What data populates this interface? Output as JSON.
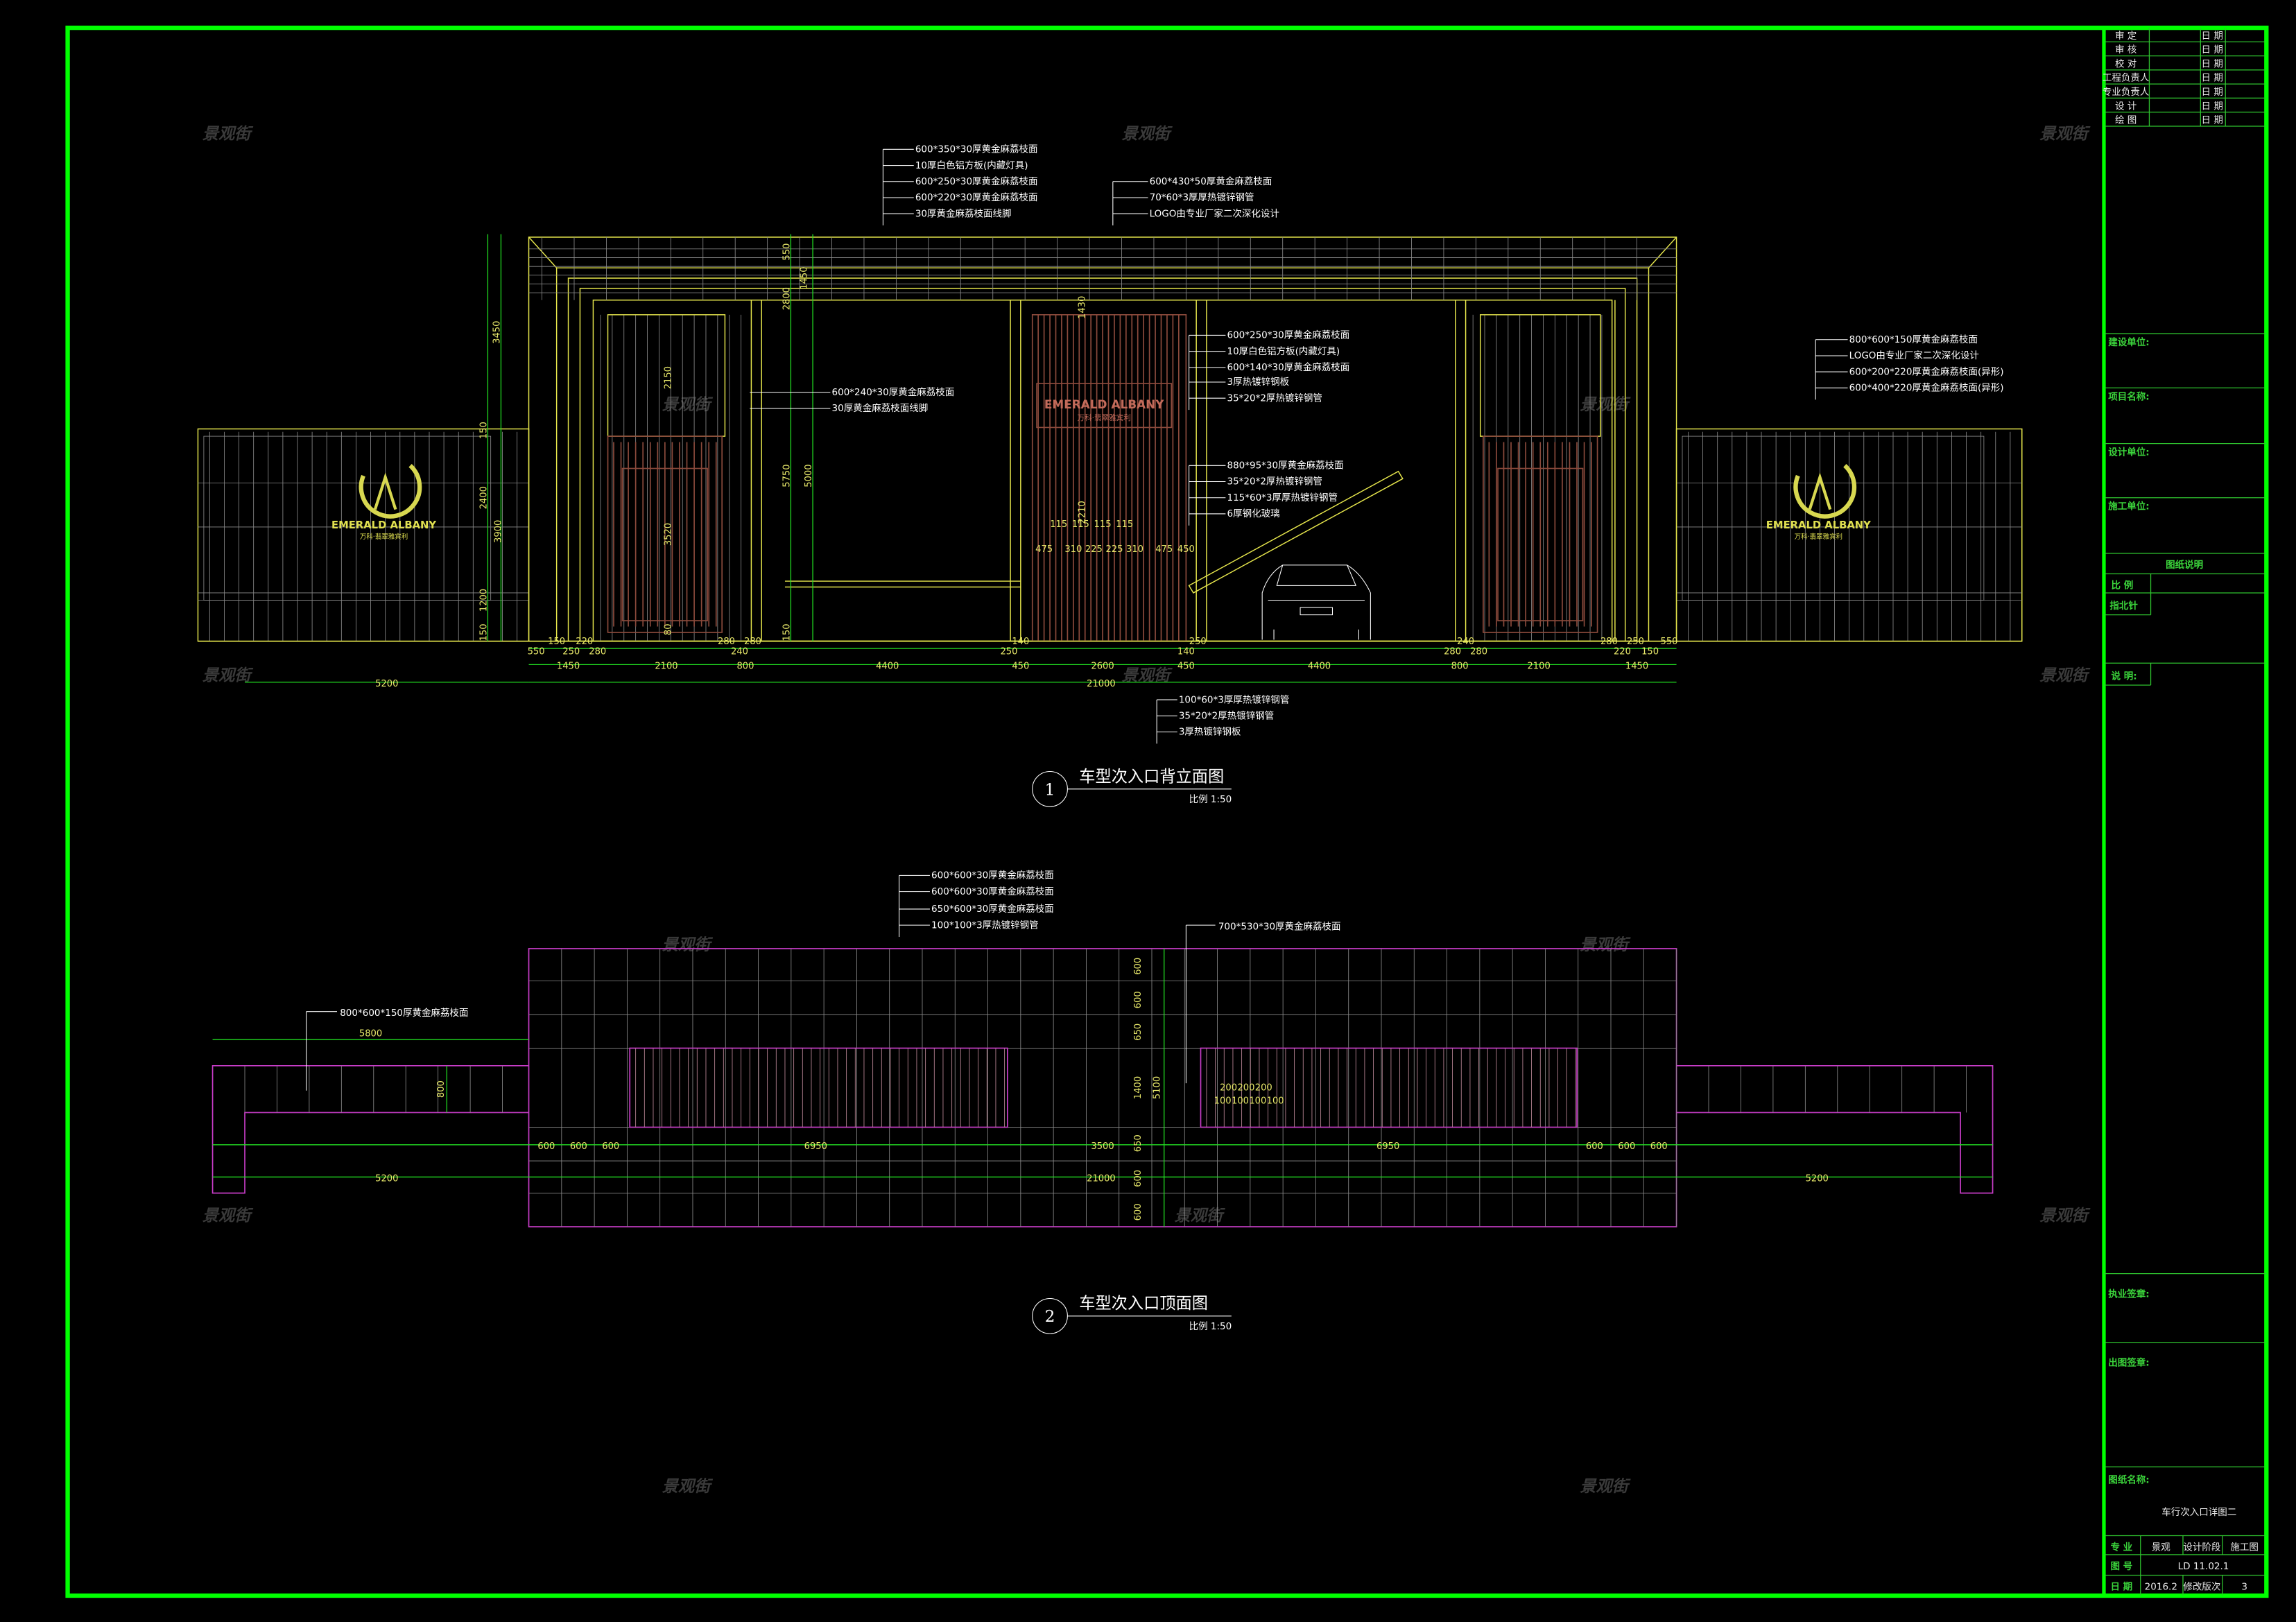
{
  "watermark": "景观街",
  "colors": {
    "border": "#00ff00",
    "outline": "#e6e64c",
    "plan": "#c63cc6",
    "dimension": "#22e022",
    "stone_decor": "#8b4a3c"
  },
  "logo": {
    "name": "EMERALD ALBANY",
    "subtitle": "万科·翡翠雅宾利"
  },
  "elevation": {
    "number": "1",
    "title": "车型次入口背立面图",
    "scale": "比例 1:50",
    "annotations_top_left": [
      "600*350*30厚黄金麻荔枝面",
      "10厚白色铝方板(内藏灯具)",
      "600*250*30厚黄金麻荔枝面",
      "600*220*30厚黄金麻荔枝面",
      "30厚黄金麻荔枝面线脚"
    ],
    "annotations_top_center": [
      "600*430*50厚黄金麻荔枝面",
      "70*60*3厚厚热镀锌钢管",
      "LOGO由专业厂家二次深化设计"
    ],
    "annotations_center": [
      "600*250*30厚黄金麻荔枝面",
      "10厚白色铝方板(内藏灯具)",
      "600*140*30厚黄金麻荔枝面",
      "3厚热镀锌钢板",
      "35*20*2厚热镀锌钢管"
    ],
    "annotations_center_lower": [
      "880*95*30厚黄金麻荔枝面",
      "35*20*2厚热镀锌钢管",
      "115*60*3厚厚热镀锌钢管",
      "6厚钢化玻璃"
    ],
    "annotations_left_opening": [
      "600*240*30厚黄金麻荔枝面",
      "30厚黄金麻荔枝面线脚"
    ],
    "annotations_right": [
      "800*600*150厚黄金麻荔枝面",
      "LOGO由专业厂家二次深化设计",
      "600*200*220厚黄金麻荔枝面(异形)",
      "600*400*220厚黄金麻荔枝面(异形)"
    ],
    "annotations_bottom": [
      "100*60*3厚厚热镀锌钢管",
      "35*20*2厚热镀锌钢管",
      "3厚热镀锌钢板"
    ],
    "dims_row1": [
      "550",
      "150",
      "250",
      "220",
      "280",
      "280",
      "240",
      "280",
      "250",
      "140",
      "140",
      "250",
      "280",
      "240",
      "280",
      "280",
      "220",
      "250",
      "150",
      "550"
    ],
    "dims_row2": [
      "1450",
      "2100",
      "800",
      "4400",
      "450",
      "2600",
      "450",
      "4400",
      "800",
      "2100",
      "1450"
    ],
    "dims_row3": [
      "5200",
      "21000"
    ],
    "dims_vertical": [
      "3450",
      "2400",
      "3900",
      "1200",
      "150",
      "150",
      "2150",
      "5750",
      "5000",
      "3520",
      "80",
      "550",
      "1450",
      "2800",
      "1430",
      "2210",
      "150"
    ],
    "dims_center_small": [
      "115",
      "115",
      "115",
      "115",
      "475",
      "310",
      "225",
      "225",
      "310",
      "475",
      "450"
    ]
  },
  "plan": {
    "number": "2",
    "title": "车型次入口顶面图",
    "scale": "比例 1:50",
    "annotations_top": [
      "600*600*30厚黄金麻荔枝面",
      "600*600*30厚黄金麻荔枝面",
      "650*600*30厚黄金麻荔枝面",
      "100*100*3厚热镀锌钢管"
    ],
    "annotation_right": "700*530*30厚黄金麻荔枝面",
    "annotation_left": "800*600*150厚黄金麻荔枝面",
    "dims_row1": [
      "600",
      "600",
      "600",
      "6950",
      "3500",
      "6950",
      "600",
      "600",
      "600"
    ],
    "dims_row2": [
      "5200",
      "21000",
      "5200"
    ],
    "dims_top": [
      "5800",
      "800"
    ],
    "dims_vertical": [
      "600",
      "600",
      "650",
      "1400",
      "650",
      "600",
      "600",
      "5100"
    ],
    "dims_small_top": [
      "200",
      "200",
      "200"
    ],
    "dims_small_bottom": [
      "100",
      "100",
      "100",
      "100"
    ]
  },
  "title_block": {
    "sign_rows": [
      {
        "role": "审  定",
        "date_label": "日  期"
      },
      {
        "role": "审  核",
        "date_label": "日  期"
      },
      {
        "role": "校  对",
        "date_label": "日  期"
      },
      {
        "role": "工程负责人",
        "date_label": "日  期"
      },
      {
        "role": "专业负责人",
        "date_label": "日  期"
      },
      {
        "role": "设  计",
        "date_label": "日  期"
      },
      {
        "role": "绘  图",
        "date_label": "日  期"
      }
    ],
    "client": "建设单位:",
    "project": "项目名称:",
    "designer": "设计单位:",
    "contractor": "施工单位:",
    "notes_header": "图纸说明",
    "scale_label": "比  例",
    "north_label": "指北针",
    "remarks_label": "说  明:",
    "license_seal": "执业签章:",
    "issue_seal": "出图签章:",
    "drawing_name_label": "图纸名称:",
    "drawing_name": "车行次入口详图二",
    "discipline_label": "专  业",
    "discipline": "景观",
    "stage_label": "设计阶段",
    "stage": "施工图",
    "drawing_no_label": "图  号",
    "drawing_no": "LD 11.02.1",
    "date_label": "日  期",
    "date": "2016.2",
    "revision_label": "修改版次",
    "revision": "3"
  }
}
